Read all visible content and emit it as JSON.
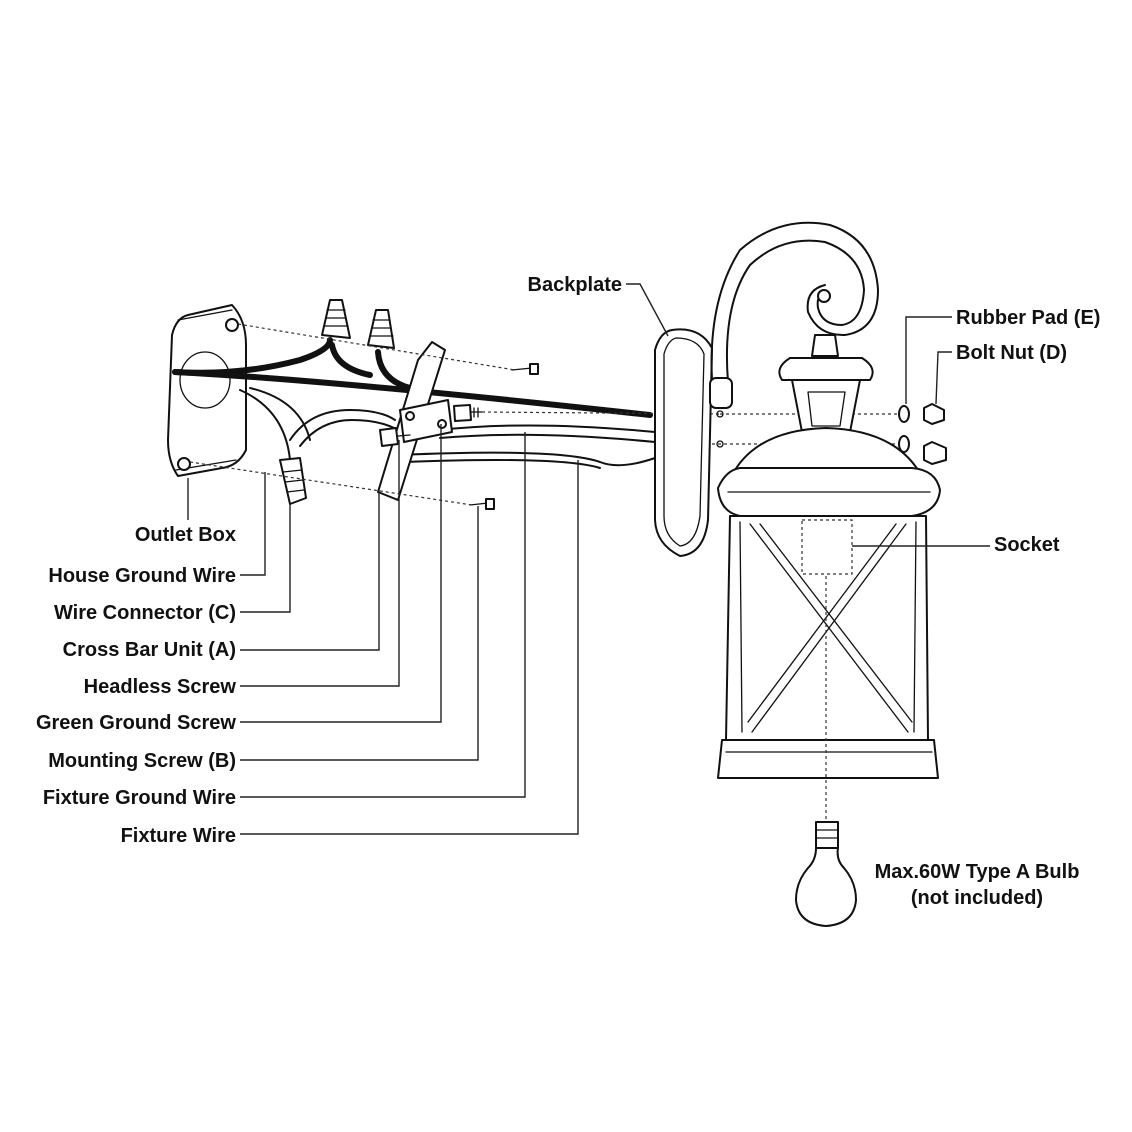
{
  "labels": {
    "outlet_box": "Outlet Box",
    "house_ground_wire": "House Ground Wire",
    "wire_connector": "Wire Connector (C)",
    "cross_bar_unit": "Cross Bar Unit (A)",
    "headless_screw": "Headless Screw",
    "green_ground_screw": "Green Ground Screw",
    "mounting_screw": "Mounting Screw (B)",
    "fixture_ground_wire": "Fixture Ground Wire",
    "fixture_wire": "Fixture Wire",
    "backplate": "Backplate",
    "rubber_pad": "Rubber Pad (E)",
    "bolt_nut": "Bolt Nut (D)",
    "socket": "Socket",
    "bulb_line1": "Max.60W Type A Bulb",
    "bulb_line2": "(not included)"
  }
}
